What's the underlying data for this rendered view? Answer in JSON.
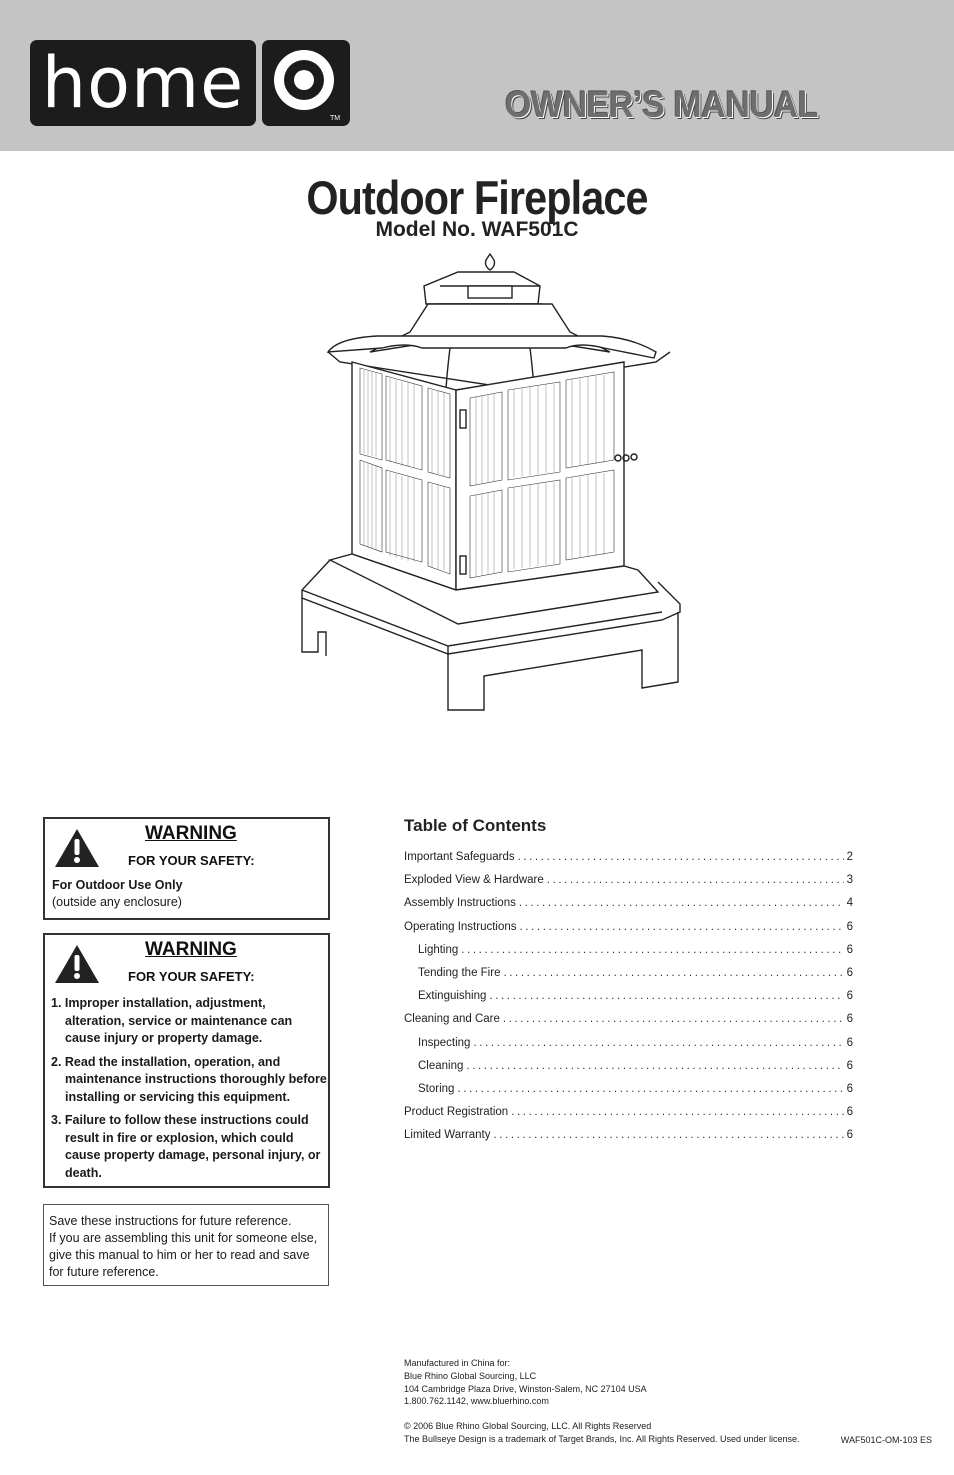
{
  "header": {
    "logo_word": "home",
    "logo_tm": "TM",
    "manual_title": "OWNER’S MANUAL"
  },
  "document": {
    "title": "Outdoor Fireplace",
    "model": "Model No. WAF501C"
  },
  "warning_1": {
    "icon": "warning-triangle-icon",
    "heading": "WARNING",
    "subheading": "FOR YOUR SAFETY:",
    "line1": "For Outdoor Use Only",
    "line2": "(outside any enclosure)"
  },
  "warning_2": {
    "icon": "warning-triangle-icon",
    "heading": "WARNING",
    "subheading": "FOR YOUR SAFETY:",
    "items": [
      "1. Improper installation, adjustment, alteration, service or maintenance can cause injury or property damage.",
      "2. Read the installation, operation, and maintenance instructions thoroughly before installing or servicing this equipment.",
      "3. Failure to follow these instructions could result in fire or explosion, which could cause property damage, personal injury, or death."
    ]
  },
  "save_note": {
    "line1": "Save these instructions for future reference.",
    "line2": "If you are assembling this unit for someone else, give this manual to him or her to read and save for future reference."
  },
  "toc": {
    "heading": "Table of Contents",
    "entries": [
      {
        "label": "Important Safeguards",
        "page": "2",
        "sub": false
      },
      {
        "label": "Exploded View & Hardware",
        "page": "3",
        "sub": false
      },
      {
        "label": "Assembly Instructions",
        "page": "4",
        "sub": false
      },
      {
        "label": "Operating Instructions",
        "page": "6",
        "sub": false
      },
      {
        "label": "Lighting",
        "page": "6",
        "sub": true
      },
      {
        "label": "Tending the Fire",
        "page": "6",
        "sub": true
      },
      {
        "label": "Extinguishing",
        "page": "6",
        "sub": true
      },
      {
        "label": "Cleaning and Care",
        "page": "6",
        "sub": false
      },
      {
        "label": "Inspecting",
        "page": "6",
        "sub": true
      },
      {
        "label": "Cleaning",
        "page": "6",
        "sub": true
      },
      {
        "label": "Storing",
        "page": "6",
        "sub": true
      },
      {
        "label": "Product Registration",
        "page": "6",
        "sub": false
      },
      {
        "label": "Limited Warranty",
        "page": "6",
        "sub": false
      }
    ]
  },
  "footer": {
    "line1": "Manufactured in China for:",
    "line2": "Blue Rhino Global Sourcing, LLC",
    "line3": "104 Cambridge Plaza Drive, Winston-Salem, NC 27104 USA",
    "line4": "1.800.762.1142, www.bluerhino.com",
    "line5": "© 2006 Blue Rhino Global Sourcing, LLC. All Rights Reserved",
    "line6": "The Bullseye Design is a trademark of Target Brands, Inc. All Rights Reserved. Used under license.",
    "doc_code": "WAF501C-OM-103 ES"
  }
}
